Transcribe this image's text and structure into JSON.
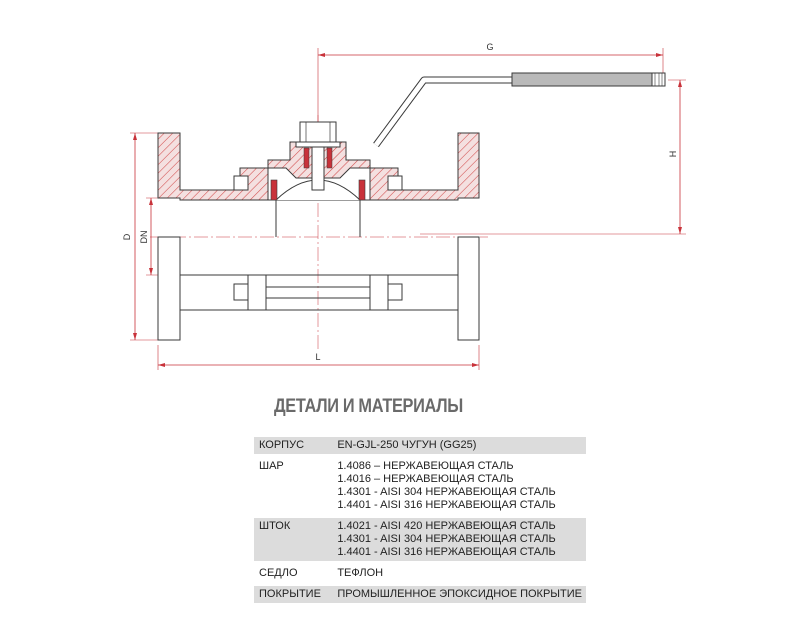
{
  "drawing": {
    "dimensions": {
      "g": "G",
      "h": "H",
      "d": "D",
      "dn": "DN",
      "l": "L"
    },
    "colors": {
      "line": "#3a3a3a",
      "dimension": "#c8323a",
      "hatch": "#d24a4a",
      "body_fill": "#f3dede",
      "handle": "#b9b9b9"
    }
  },
  "title": "ДЕТАЛИ И МАТЕРИАЛЫ",
  "materials": [
    {
      "part": "КОРПУС",
      "materials": [
        "EN-GJL-250 ЧУГУН (GG25)"
      ],
      "shaded": true
    },
    {
      "part": "ШАР",
      "materials": [
        "1.4086 – НЕРЖАВЕЮЩАЯ СТАЛЬ",
        "1.4016 – НЕРЖАВЕЮЩАЯ СТАЛЬ",
        "1.4301 - AISI 304 НЕРЖАВЕЮЩАЯ СТАЛЬ",
        "1.4401 - AISI 316 НЕРЖАВЕЮЩАЯ СТАЛЬ"
      ],
      "shaded": false
    },
    {
      "part": "ШТОК",
      "materials": [
        "1.4021 - AISI 420 НЕРЖАВЕЮЩАЯ СТАЛЬ",
        "1.4301 - AISI 304 НЕРЖАВЕЮЩАЯ СТАЛЬ",
        "1.4401 - AISI 316 НЕРЖАВЕЮЩАЯ СТАЛЬ"
      ],
      "shaded": true
    },
    {
      "part": "СЕДЛО",
      "materials": [
        "ТЕФЛОН"
      ],
      "shaded": false
    },
    {
      "part": "ПОКРЫТИЕ",
      "materials": [
        "ПРОМЫШЛЕННОЕ ЭПОКСИДНОЕ ПОКРЫТИЕ"
      ],
      "shaded": true
    }
  ]
}
